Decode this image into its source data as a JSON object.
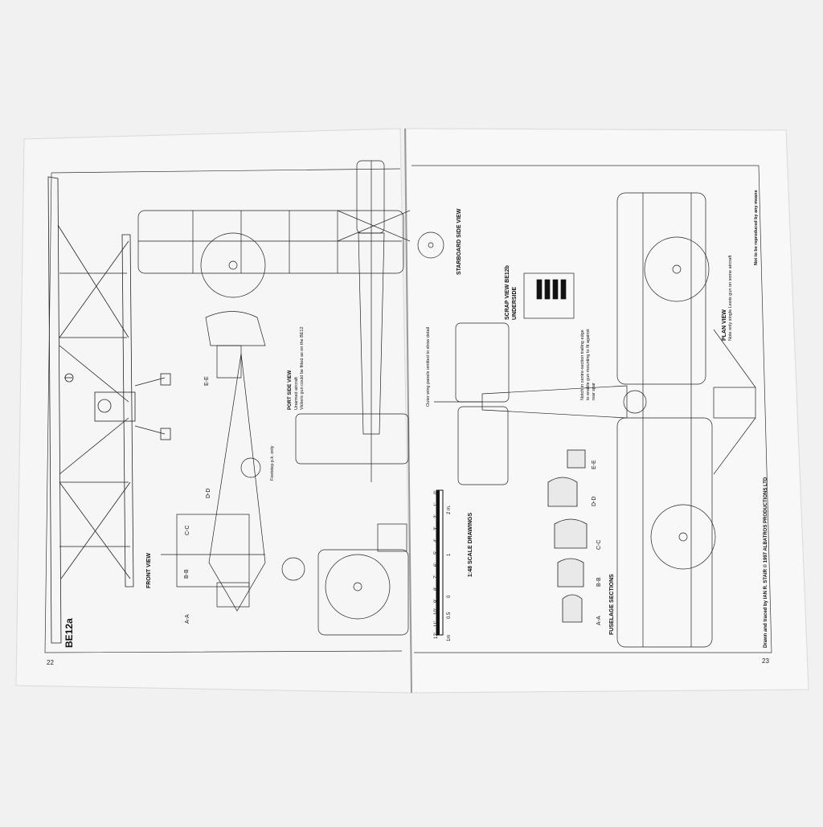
{
  "page_left": {
    "aircraft_title": "BE12a",
    "page_number": "22",
    "front_view_label": "FRONT VIEW",
    "port_side_title": "PORT SIDE VIEW",
    "port_side_note1": "Unarmed aircraft",
    "port_side_note2": "Vickers gun could be fitted as on the BE12",
    "footstep_note": "Footstep p.k. only",
    "outer_wing_note": "Outer wing panels omitted to show detail",
    "section_marks": [
      "E-E",
      "D-D",
      "C-C",
      "B-B",
      "A-A"
    ]
  },
  "page_right": {
    "page_number": "23",
    "starboard_title": "STARBOARD SIDE VIEW",
    "scrap_view_title": "SCRAP VIEW BE12b",
    "scrap_view_sub": "UNDERSIDE",
    "notch_note_1": "Notch in centre-section trailing edge",
    "notch_note_2": "to enable gun mounting to fit against",
    "notch_note_3": "rear spar",
    "plan_view_title": "PLAN VIEW",
    "plan_view_note": "Note only single Lewis gun on some aircraft",
    "copyright_note": "Not to be reproduced by any means",
    "credit": "Drawn and traced by IAN R. STAIR © 1997 ALBATROS PRODUCTIONS LTD",
    "scale_title": "1:48 SCALE DRAWINGS",
    "scale_ft_ticks": [
      "12'",
      "11'",
      "10'",
      "9'",
      "8'",
      "7'",
      "6'",
      "5'",
      "4'",
      "3'",
      "2'",
      "1'",
      "0'"
    ],
    "scale_m_ticks": [
      "1m",
      "0.5",
      "0",
      "1",
      "2 m."
    ],
    "fuselage_sections_title": "FUSELAGE SECTIONS",
    "section_labels": [
      "A-A",
      "B-B",
      "C-C",
      "D-D",
      "E-E"
    ]
  }
}
